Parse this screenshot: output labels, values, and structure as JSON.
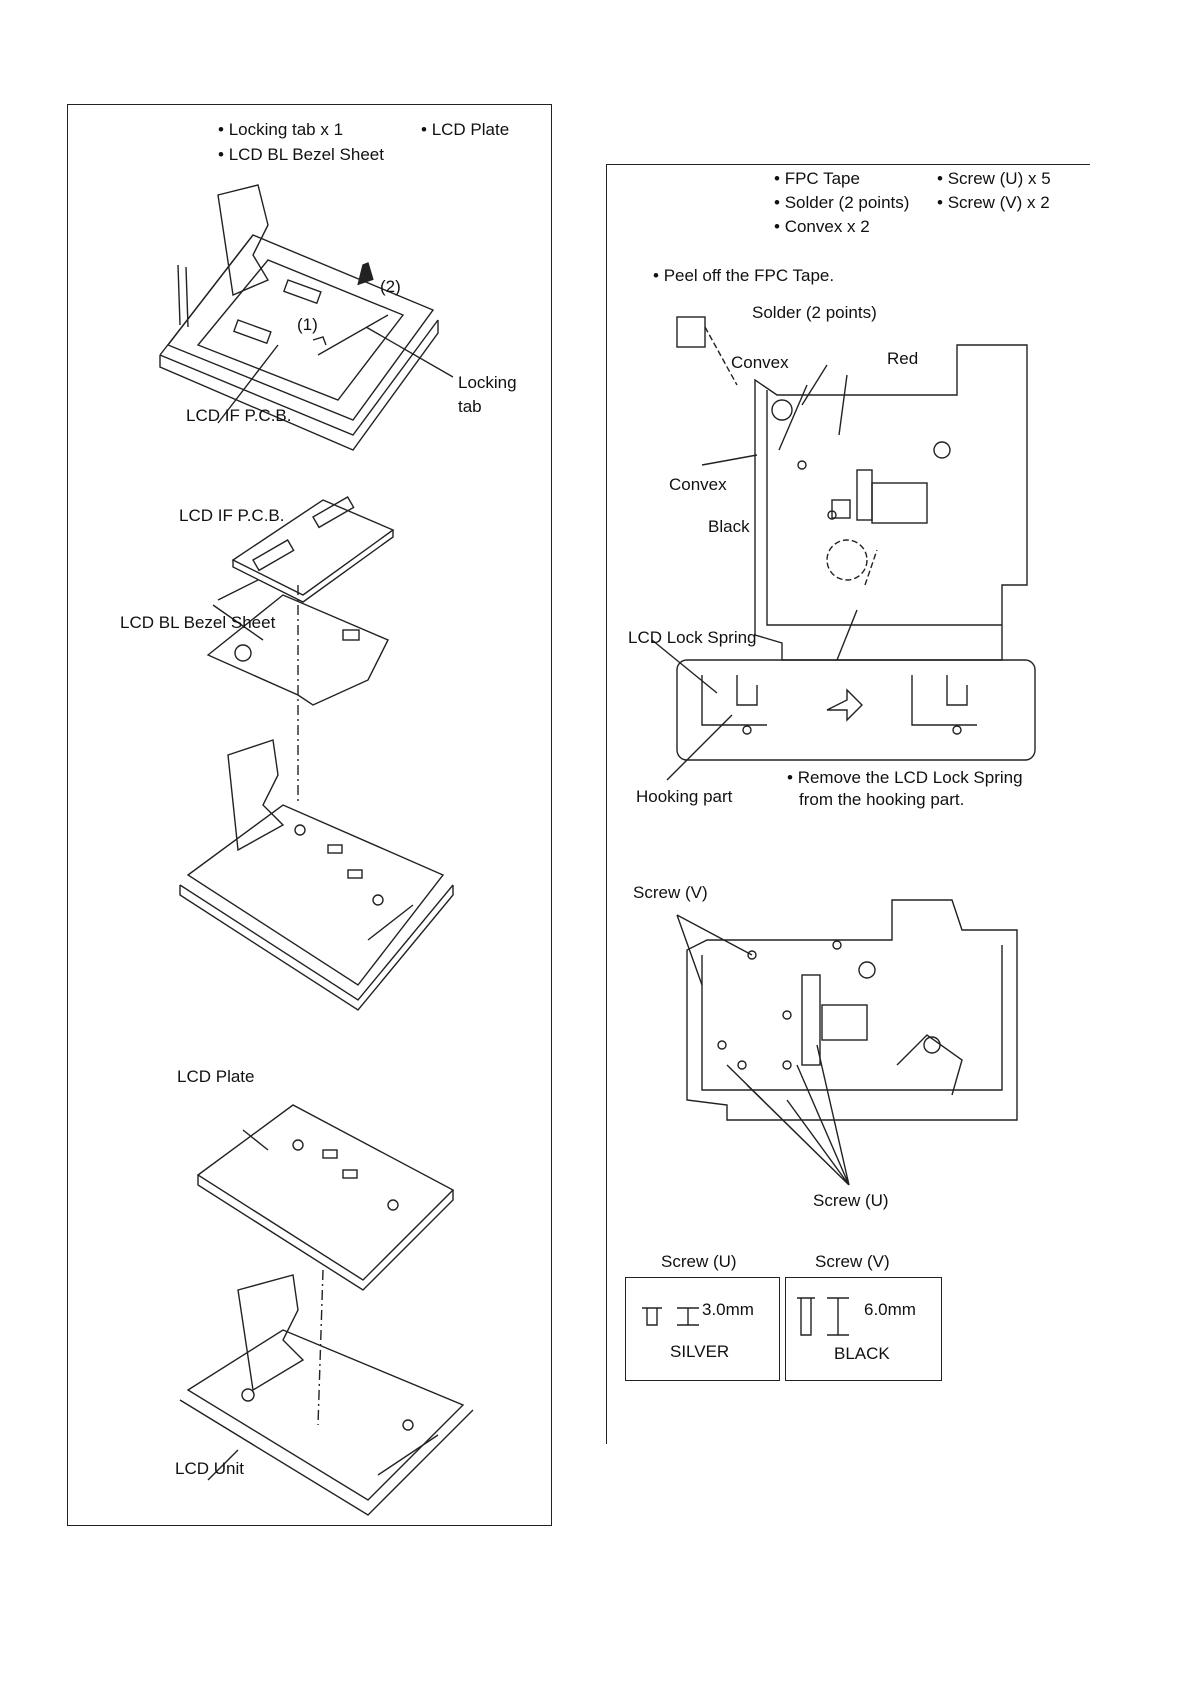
{
  "left": {
    "checklist": {
      "locking_tab": "Locking tab x 1",
      "lcd_plate": "LCD Plate",
      "lcd_bl_bezel_sheet": "LCD BL Bezel Sheet"
    },
    "step1": {
      "label_2": "(2)",
      "label_1": "(1)",
      "locking_tab_line1": "Locking",
      "locking_tab_line2": "tab",
      "lcd_if_pcb": "LCD IF P.C.B."
    },
    "exploded": {
      "lcd_if_pcb": "LCD IF P.C.B.",
      "lcd_bl_bezel_sheet": "LCD BL Bezel Sheet",
      "lcd_plate": "LCD Plate",
      "lcd_unit": "LCD Unit"
    }
  },
  "right": {
    "checklist": {
      "fpc_tape": "FPC Tape",
      "solder": "Solder (2 points)",
      "convex": "Convex x 2",
      "screw_u": "Screw (U) x 5",
      "screw_v": "Screw (V) x 2"
    },
    "step1": {
      "peel": "Peel off the FPC Tape.",
      "solder": "Solder (2 points)",
      "convex_top": "Convex",
      "red": "Red",
      "convex_bottom": "Convex",
      "black": "Black",
      "lcd_lock_spring": "LCD Lock Spring",
      "hooking_part": "Hooking part",
      "remove_line1": "Remove the LCD Lock Spring",
      "remove_line2": "from the hooking part."
    },
    "step2": {
      "screw_v": "Screw (V)",
      "screw_u": "Screw (U)"
    },
    "screw_table": {
      "u": {
        "title": "Screw (U)",
        "length": "3.0mm",
        "color": "SILVER"
      },
      "v": {
        "title": "Screw (V)",
        "length": "6.0mm",
        "color": "BLACK"
      }
    }
  }
}
